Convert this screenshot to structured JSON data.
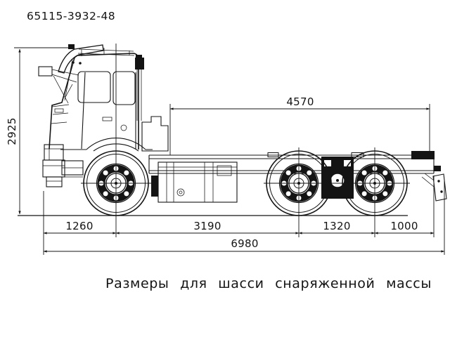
{
  "sheet": {
    "background": "#ffffff",
    "ink": "#141414"
  },
  "header": {
    "part_number": "65115-3932-48"
  },
  "footer": {
    "caption": "Размеры для шасси снаряженной массы"
  },
  "dimensions": {
    "overall_height": "2925",
    "frame_length_behind_cab": "4570",
    "front_overhang": "1260",
    "wheelbase": "3190",
    "rear_bogie_spacing": "1320",
    "rear_overhang": "1000",
    "overall_length": "6980"
  }
}
